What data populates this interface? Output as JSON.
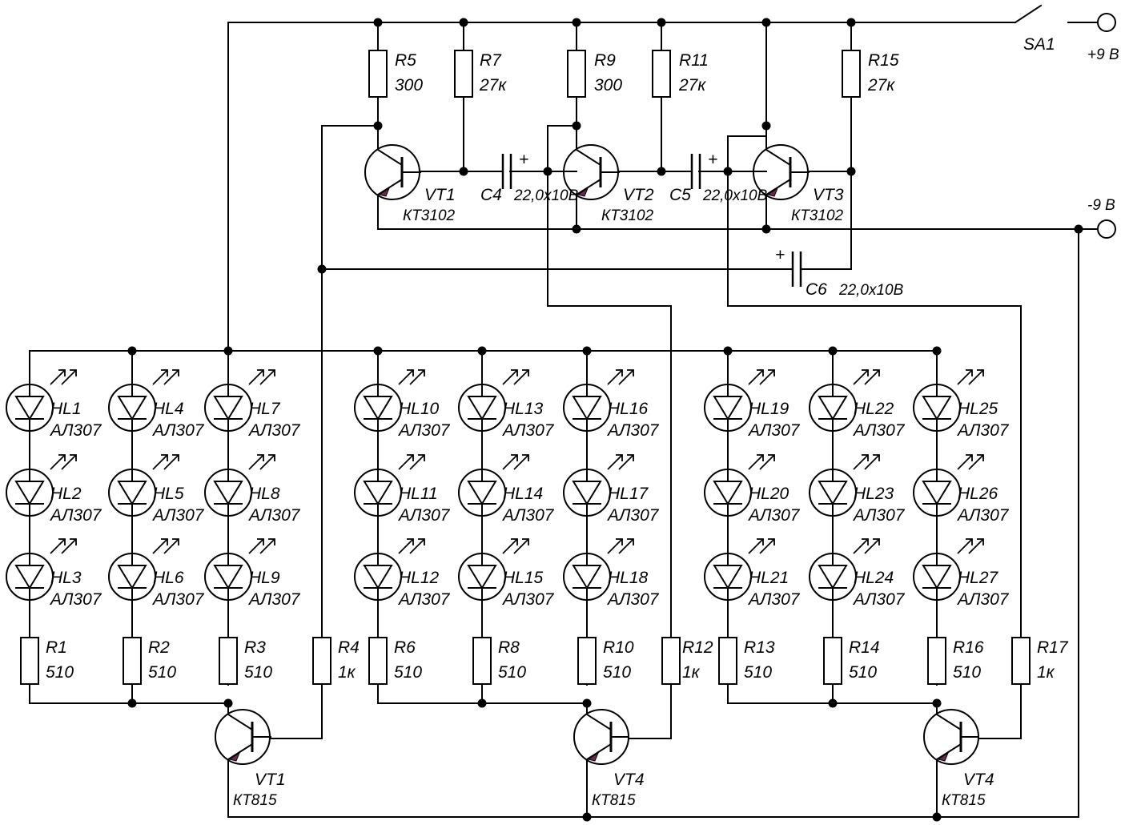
{
  "supply": {
    "positive": "+9 В",
    "negative": "-9 В",
    "switch": "SA1"
  },
  "resistors": [
    {
      "id": "R5",
      "ref": "R5",
      "value": "300"
    },
    {
      "id": "R7",
      "ref": "R7",
      "value": "27к"
    },
    {
      "id": "R9",
      "ref": "R9",
      "value": "300"
    },
    {
      "id": "R11",
      "ref": "R11",
      "value": "27к"
    },
    {
      "id": "R15",
      "ref": "R15",
      "value": "27к"
    },
    {
      "id": "R1",
      "ref": "R1",
      "value": "510"
    },
    {
      "id": "R2",
      "ref": "R2",
      "value": "510"
    },
    {
      "id": "R3",
      "ref": "R3",
      "value": "510"
    },
    {
      "id": "R4",
      "ref": "R4",
      "value": "1к"
    },
    {
      "id": "R6",
      "ref": "R6",
      "value": "510"
    },
    {
      "id": "R8",
      "ref": "R8",
      "value": "510"
    },
    {
      "id": "R10",
      "ref": "R10",
      "value": "510"
    },
    {
      "id": "R12",
      "ref": "R12",
      "value": "1к"
    },
    {
      "id": "R13",
      "ref": "R13",
      "value": "510"
    },
    {
      "id": "R14",
      "ref": "R14",
      "value": "510"
    },
    {
      "id": "R16",
      "ref": "R16",
      "value": "510"
    },
    {
      "id": "R17",
      "ref": "R17",
      "value": "1к"
    }
  ],
  "capacitors": [
    {
      "id": "C4",
      "ref": "C4",
      "value": "22,0х10В",
      "polarity": "+"
    },
    {
      "id": "C5",
      "ref": "C5",
      "value": "22,0х10В",
      "polarity": "+"
    },
    {
      "id": "C6",
      "ref": "C6",
      "value": "22,0х10В",
      "polarity": "+"
    }
  ],
  "transistors": [
    {
      "id": "Q_VT1",
      "ref": "VT1",
      "type": "КТ3102"
    },
    {
      "id": "Q_VT2",
      "ref": "VT2",
      "type": "КТ3102"
    },
    {
      "id": "Q_VT3",
      "ref": "VT3",
      "type": "КТ3102"
    },
    {
      "id": "Q_OUT1",
      "ref": "VT1",
      "type": "КТ815"
    },
    {
      "id": "Q_OUT2",
      "ref": "VT4",
      "type": "КТ815"
    },
    {
      "id": "Q_OUT3",
      "ref": "VT4",
      "type": "КТ815"
    }
  ],
  "leds": [
    {
      "ref": "HL1",
      "type": "АЛ307"
    },
    {
      "ref": "HL2",
      "type": "АЛ307"
    },
    {
      "ref": "HL3",
      "type": "АЛ307"
    },
    {
      "ref": "HL4",
      "type": "АЛ307"
    },
    {
      "ref": "HL5",
      "type": "АЛ307"
    },
    {
      "ref": "HL6",
      "type": "АЛ307"
    },
    {
      "ref": "HL7",
      "type": "АЛ307"
    },
    {
      "ref": "HL8",
      "type": "АЛ307"
    },
    {
      "ref": "HL9",
      "type": "АЛ307"
    },
    {
      "ref": "HL10",
      "type": "АЛ307"
    },
    {
      "ref": "HL11",
      "type": "АЛ307"
    },
    {
      "ref": "HL12",
      "type": "АЛ307"
    },
    {
      "ref": "HL13",
      "type": "АЛ307"
    },
    {
      "ref": "HL14",
      "type": "АЛ307"
    },
    {
      "ref": "HL15",
      "type": "АЛ307"
    },
    {
      "ref": "HL16",
      "type": "АЛ307"
    },
    {
      "ref": "HL17",
      "type": "АЛ307"
    },
    {
      "ref": "HL18",
      "type": "АЛ307"
    },
    {
      "ref": "HL19",
      "type": "АЛ307"
    },
    {
      "ref": "HL20",
      "type": "АЛ307"
    },
    {
      "ref": "HL21",
      "type": "АЛ307"
    },
    {
      "ref": "HL22",
      "type": "АЛ307"
    },
    {
      "ref": "HL23",
      "type": "АЛ307"
    },
    {
      "ref": "HL24",
      "type": "АЛ307"
    },
    {
      "ref": "HL25",
      "type": "АЛ307"
    },
    {
      "ref": "HL26",
      "type": "АЛ307"
    },
    {
      "ref": "HL27",
      "type": "АЛ307"
    }
  ]
}
